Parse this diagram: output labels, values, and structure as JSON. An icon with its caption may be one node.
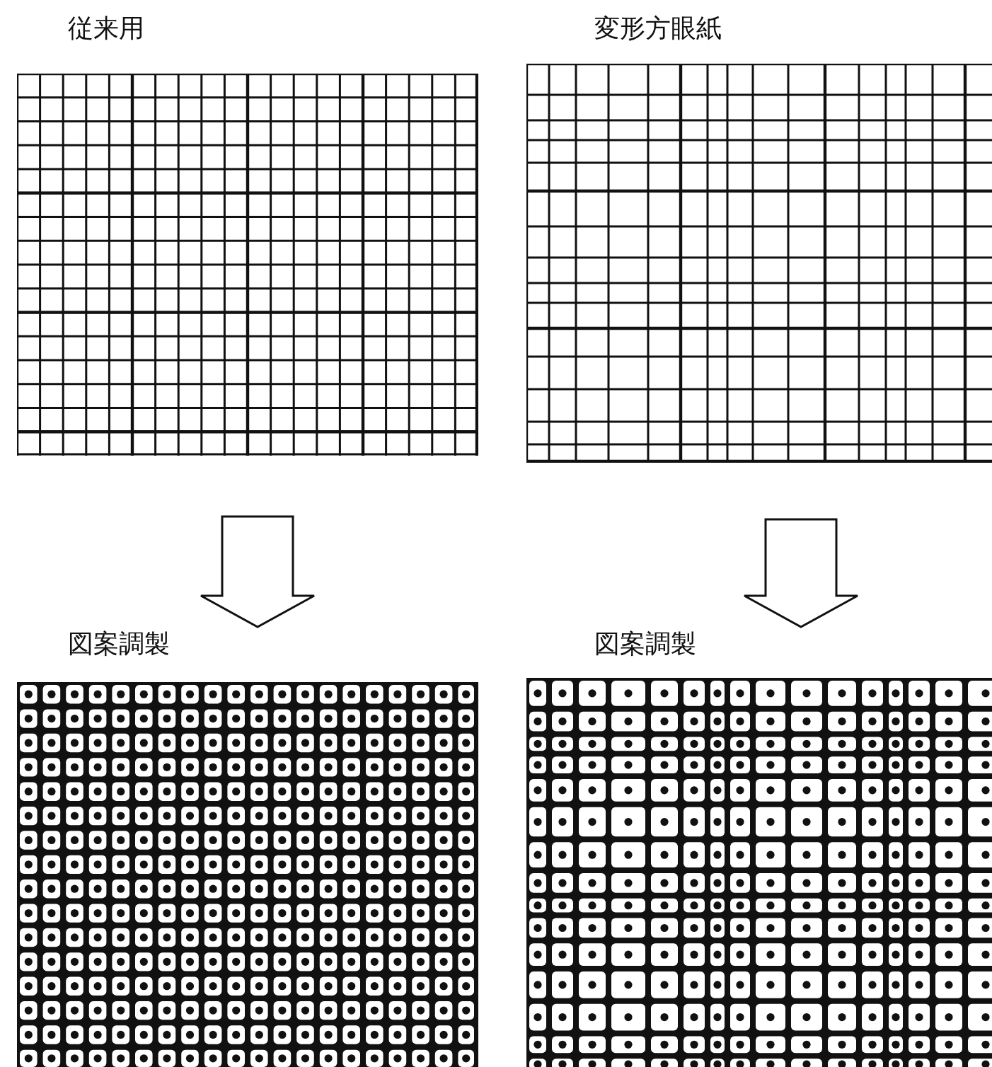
{
  "diagram": {
    "nodes": [
      {
        "text": [
          "従来用"
        ]
      },
      {
        "text": [
          "変形方眼紙"
        ]
      },
      {
        "text": [
          "図案調製"
        ]
      },
      {
        "text": [
          "図案調製"
        ]
      }
    ],
    "edges": [
      {
        "from": 0,
        "to": 2,
        "arrow": "to"
      },
      {
        "from": 1,
        "to": 3,
        "arrow": "to"
      }
    ]
  }
}
